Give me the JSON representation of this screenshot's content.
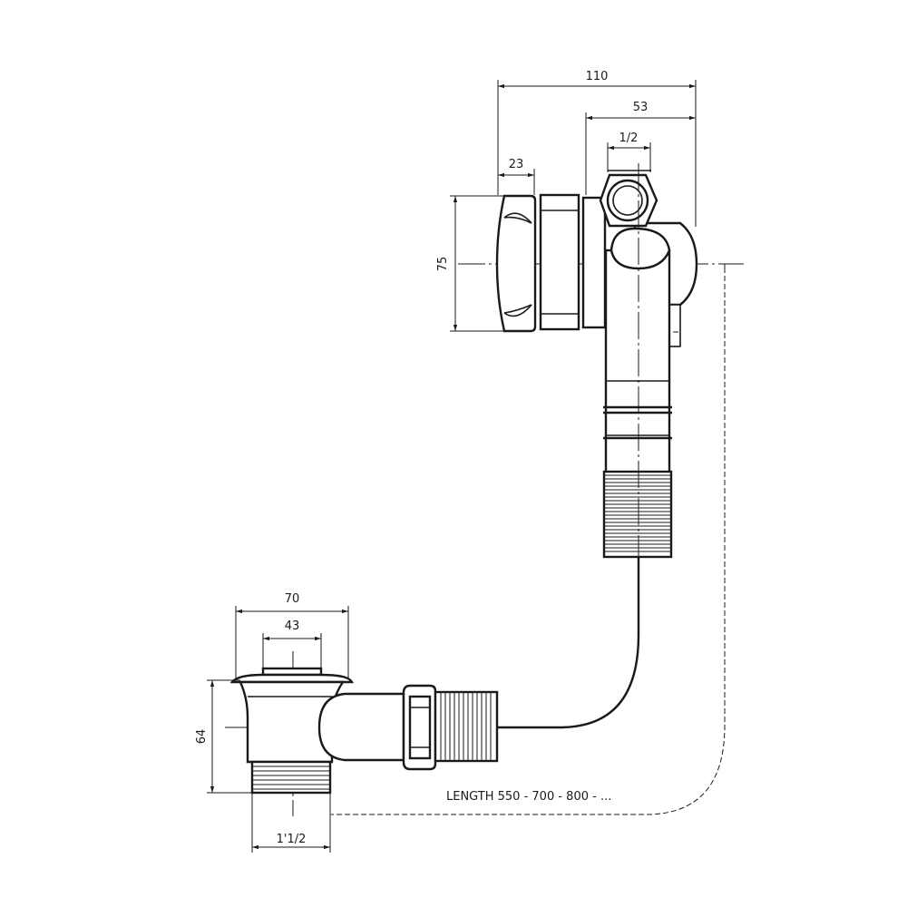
{
  "dimensions": {
    "overflow_total_width": "110",
    "overflow_body_width": "53",
    "overflow_connection": "1/2",
    "overflow_knob_depth": "23",
    "overflow_height": "75",
    "waste_outer_diameter": "70",
    "waste_inner_diameter": "43",
    "waste_height": "64",
    "waste_thread": "1'1/2"
  },
  "notes": {
    "length": "LENGTH 550 - 700 - 800 - ..."
  }
}
